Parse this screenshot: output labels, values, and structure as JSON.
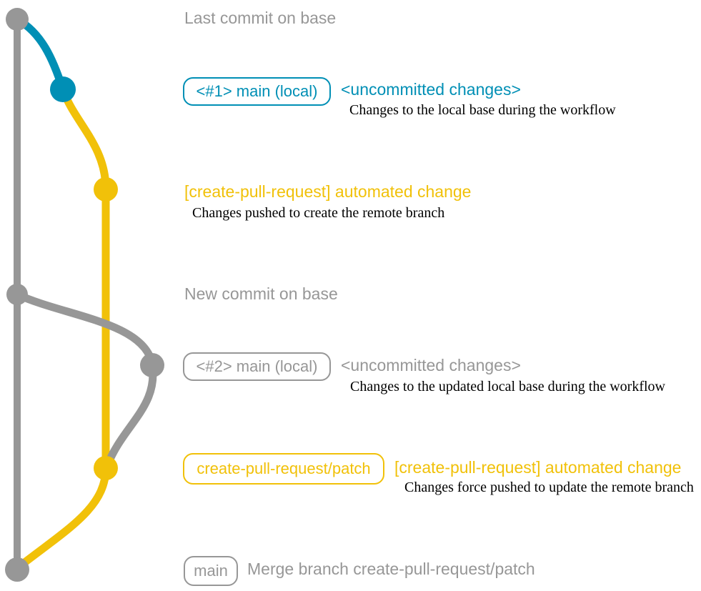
{
  "colors": {
    "base_gray": "#979797",
    "local_blue": "#008fb5",
    "branch_yellow": "#f1c109",
    "note_black": "#000000",
    "background": "#ffffff"
  },
  "sections": {
    "last_commit_label": "Last commit on base",
    "new_commit_label": "New commit on base"
  },
  "rows": {
    "local1": {
      "badge": "<#1> main (local)",
      "status": "<uncommitted changes>",
      "note": "Changes to the local base during the workflow"
    },
    "cpr1": {
      "message": "[create-pull-request] automated change",
      "note": "Changes pushed to create the remote branch"
    },
    "local2": {
      "badge": "<#2> main (local)",
      "status": "<uncommitted changes>",
      "note": "Changes to the updated local base during the workflow"
    },
    "cpr2": {
      "badge": "create-pull-request/patch",
      "message": "[create-pull-request] automated change",
      "note": "Changes force pushed to update the remote branch"
    },
    "merge": {
      "badge": "main",
      "message": "Merge branch create-pull-request/patch"
    }
  },
  "graph": {
    "branches": [
      {
        "name": "base",
        "color_key": "base_gray"
      },
      {
        "name": "main (local)",
        "color_key": "local_blue"
      },
      {
        "name": "create-pull-request/patch",
        "color_key": "branch_yellow"
      }
    ],
    "commits": [
      {
        "name": "last-commit-on-base",
        "branch": "base"
      },
      {
        "name": "uncommitted-changes-1",
        "branch": "main (local)"
      },
      {
        "name": "automated-change-1",
        "branch": "create-pull-request/patch"
      },
      {
        "name": "new-commit-on-base",
        "branch": "base"
      },
      {
        "name": "uncommitted-changes-2",
        "branch": "main (local)"
      },
      {
        "name": "automated-change-2",
        "branch": "create-pull-request/patch"
      },
      {
        "name": "merge-commit",
        "branch": "base"
      }
    ]
  }
}
